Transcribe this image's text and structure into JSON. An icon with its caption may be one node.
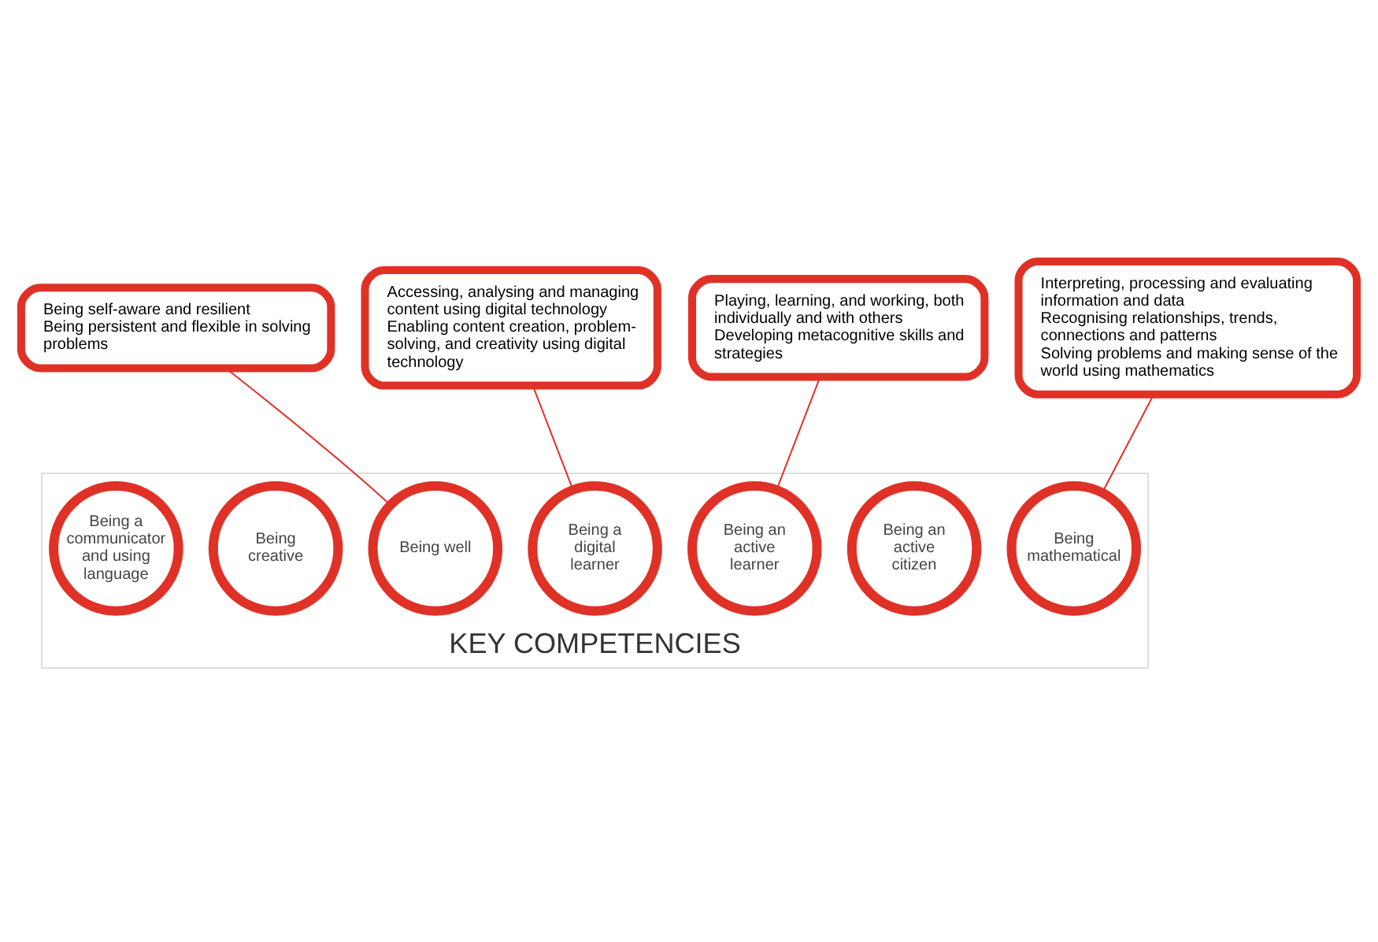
{
  "diagram": {
    "nodes": [
      {
        "text": [
          "Being self-aware and resilient",
          "Being persistent and flexible in solving problems"
        ]
      },
      {
        "text": [
          "Accessing, analysing and managing content using digital technology",
          "Enabling content creation, problem-solving, and creativity using digital technology"
        ]
      },
      {
        "text": [
          "KEY COMPETENCIES"
        ]
      },
      {
        "text": [
          "Being well"
        ],
        "in": 2
      },
      {
        "text": [
          "Being an active citizen"
        ],
        "in": 2
      },
      {
        "text": [
          "Being a digital learner"
        ],
        "in": 2
      },
      {
        "text": [
          "Being an active learner"
        ],
        "in": 2
      },
      {
        "text": [
          "Being mathematical"
        ],
        "in": 2
      },
      {
        "text": [
          "Being creative"
        ],
        "in": 2
      },
      {
        "text": [
          "Being a communicator and using language"
        ],
        "in": 2
      },
      {
        "text": [
          "Playing, learning, and working, both individually and with others",
          "Developing metacognitive skills and strategies"
        ]
      },
      {
        "text": [
          "Interpreting, processing and evaluating information and data",
          "Recognising relationships, trends, connections and patterns",
          "Solving problems and making sense of the world using mathematics"
        ]
      }
    ],
    "edges": [
      {
        "from": 0,
        "to": 3,
        "arrow": "none"
      },
      {
        "from": 1,
        "to": 5,
        "arrow": "none"
      },
      {
        "from": 10,
        "to": 6,
        "arrow": "none"
      },
      {
        "from": 11,
        "to": 7,
        "arrow": "none"
      }
    ]
  }
}
